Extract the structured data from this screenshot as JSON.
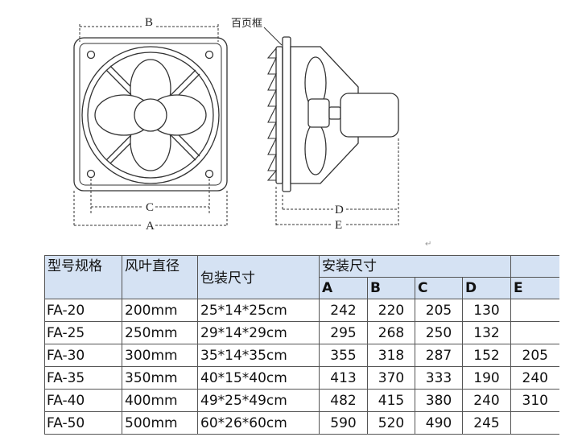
{
  "drawing": {
    "dims": {
      "a": "A",
      "b": "B",
      "c": "C",
      "d": "D",
      "e": "E"
    },
    "frame_label": "百页框"
  },
  "para_mark": "↵",
  "table": {
    "headers": {
      "model": "型号规格",
      "diameter": "风叶直径",
      "package": "包装尺寸",
      "install": "安装尺寸"
    },
    "sub_headers": [
      "A",
      "B",
      "C",
      "D",
      "E"
    ],
    "rows": [
      {
        "model": "FA-20",
        "diameter": "200mm",
        "package": "25*14*25cm",
        "a": "242",
        "b": "220",
        "c": "205",
        "d": "130",
        "e": ""
      },
      {
        "model": "FA-25",
        "diameter": "250mm",
        "package": "29*14*29cm",
        "a": "295",
        "b": "268",
        "c": "250",
        "d": "132",
        "e": ""
      },
      {
        "model": "FA-30",
        "diameter": "300mm",
        "package": "35*14*35cm",
        "a": "355",
        "b": "318",
        "c": "287",
        "d": "152",
        "e": "205"
      },
      {
        "model": "FA-35",
        "diameter": "350mm",
        "package": "40*15*40cm",
        "a": "413",
        "b": "370",
        "c": "333",
        "d": "190",
        "e": "240"
      },
      {
        "model": "FA-40",
        "diameter": "400mm",
        "package": "49*25*49cm",
        "a": "482",
        "b": "415",
        "c": "380",
        "d": "240",
        "e": "310"
      },
      {
        "model": "FA-50",
        "diameter": "500mm",
        "package": "60*26*60cm",
        "a": "590",
        "b": "520",
        "c": "490",
        "d": "245",
        "e": ""
      }
    ]
  }
}
